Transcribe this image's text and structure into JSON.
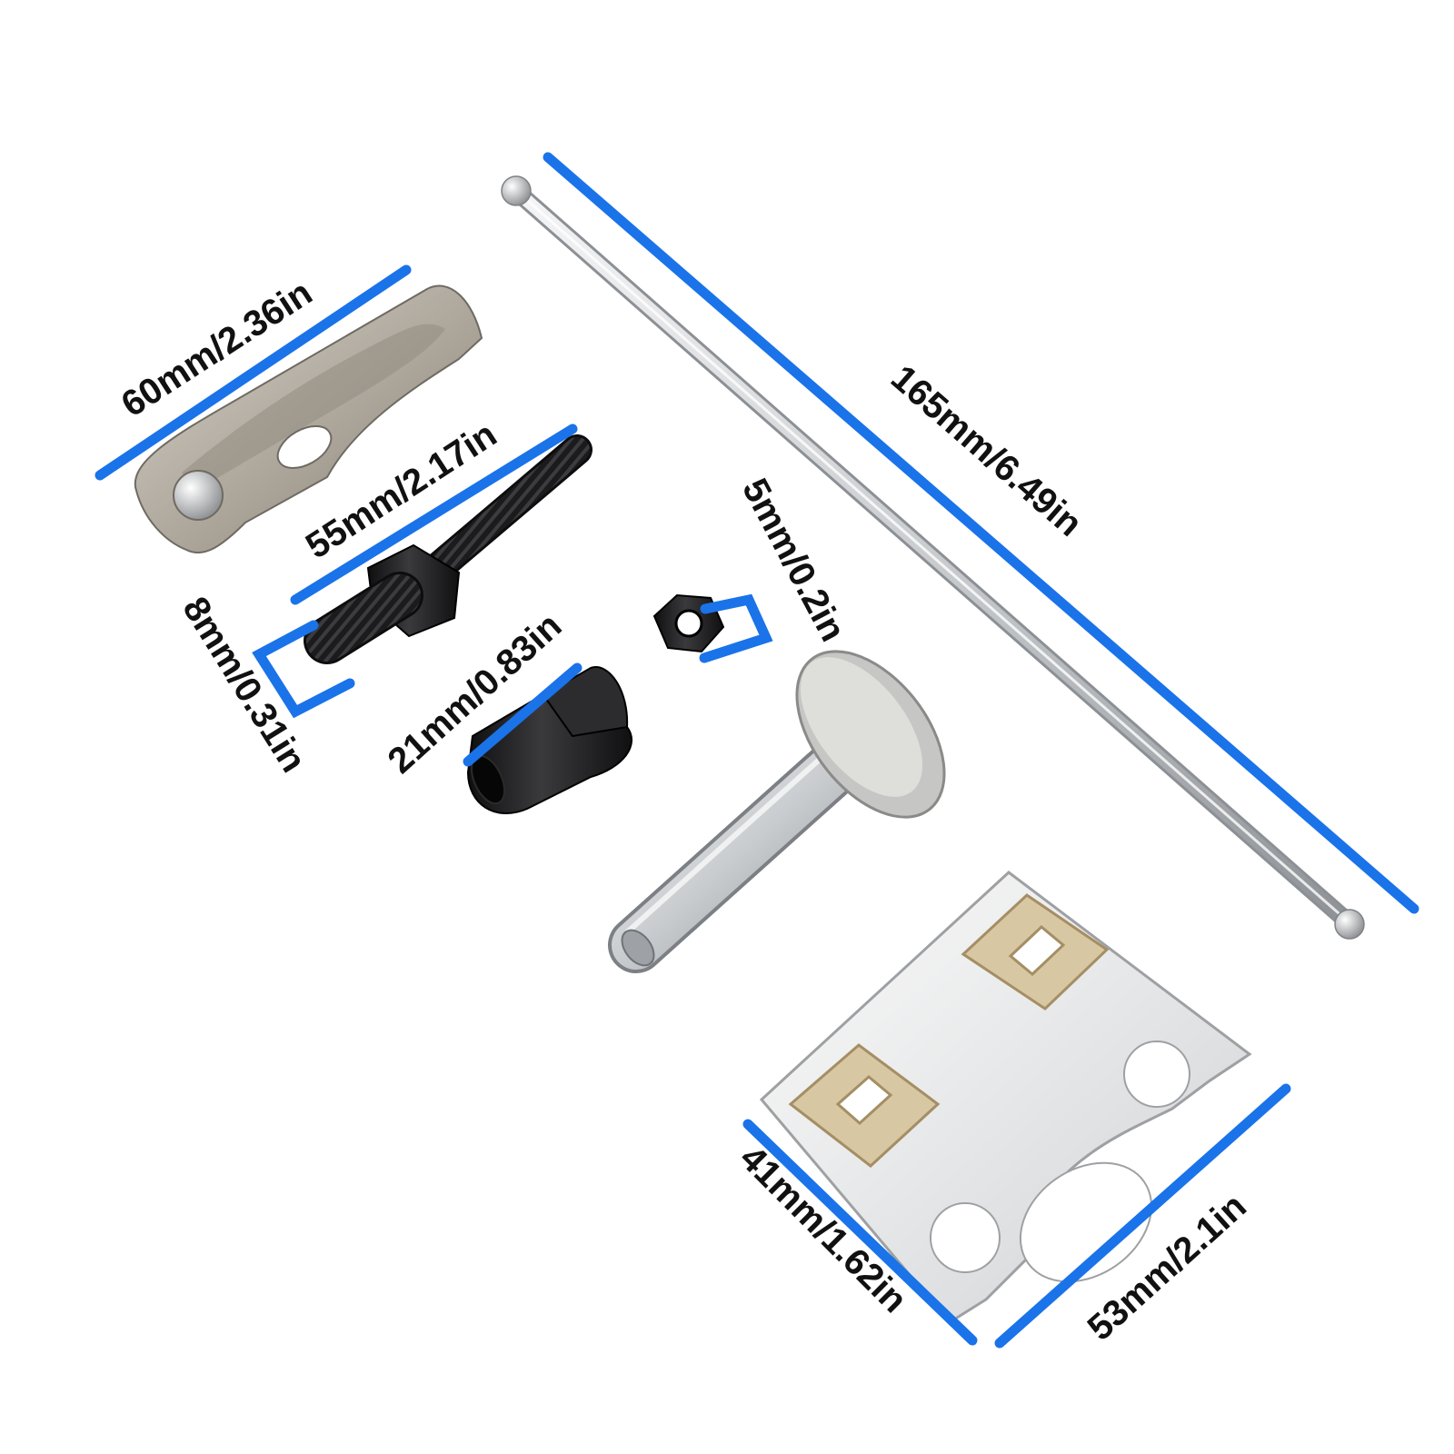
{
  "colors": {
    "measure_line": "#1a73e8",
    "label": "#111111",
    "steel": "#d9dbdd",
    "black_part": "#1c1c1e",
    "arm": "#b3ada3",
    "bushing": "#d8c7a3"
  },
  "labels": {
    "rocker_arm": "60mm/2.36in",
    "stud_length": "55mm/2.17in",
    "stud_thread": "8mm/0.31in",
    "spacer": "21mm/0.83in",
    "nut": "5mm/0.2in",
    "push_rod": "165mm/6.49in",
    "plate_height": "41mm/1.62in",
    "plate_width": "53mm/2.1in"
  }
}
